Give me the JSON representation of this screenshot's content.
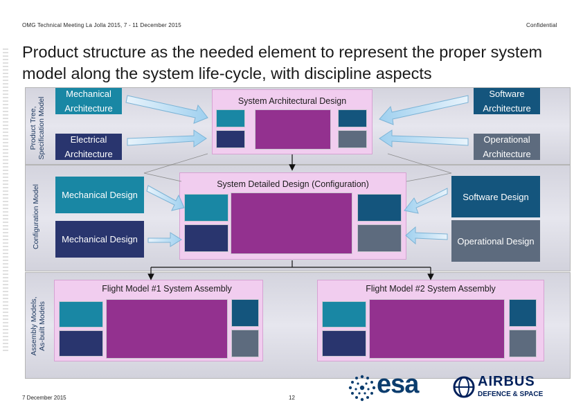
{
  "header": {
    "meeting": "OMG Technical Meeting La Jolla 2015, 7 - 11 December 2015",
    "confidential": "Confidential"
  },
  "title": "Product structure as the needed element to represent the proper system model along the system life-cycle, with discipline aspects",
  "bands": {
    "product_tree": {
      "label_line1": "Product Tree,",
      "label_line2": "Specification Model"
    },
    "configuration": {
      "label": "Configuration Model"
    },
    "assembly": {
      "label_line1": "Assembly Models,",
      "label_line2": "As-built Models"
    }
  },
  "top": {
    "mech_arch": "Mechanical Architecture",
    "elec_arch": "Electrical Architecture",
    "sys_arch_design": "System Architectural Design",
    "sw_arch": "Software Architecture",
    "ops_arch": "Operational Architecture"
  },
  "middle": {
    "mech_design_1": "Mechanical Design",
    "mech_design_2": "Mechanical Design",
    "sys_detailed_design": "System Detailed Design (Configuration)",
    "sw_design": "Software Design",
    "ops_design": "Operational Design"
  },
  "bottom": {
    "fm1": "Flight Model #1 System Assembly",
    "fm2": "Flight Model #2 System Assembly"
  },
  "footer": {
    "date": "7 December 2015",
    "page": "12",
    "esa_logo": "esa",
    "airbus_line1": "AIRBUS",
    "airbus_line2": "DEFENCE & SPACE"
  },
  "colors": {
    "teal": "#1987a4",
    "navy": "#29356e",
    "dark_teal": "#14557d",
    "slate": "#5d6b7e",
    "purple": "#93318f",
    "pink": "#f1cdef"
  }
}
